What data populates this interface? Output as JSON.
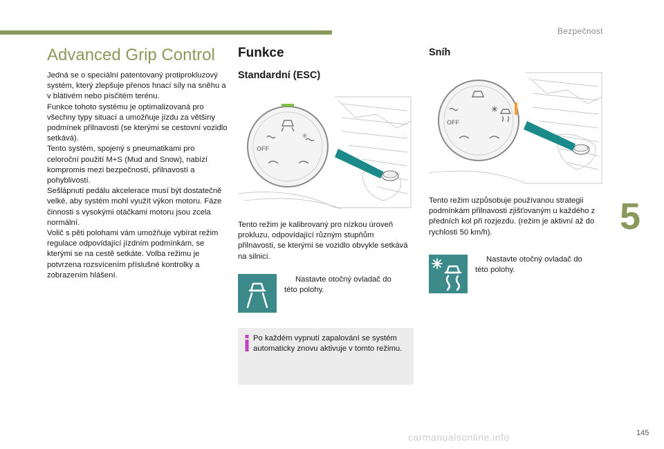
{
  "header": {
    "section": "Bezpečnost",
    "chapter_number": "5",
    "page_number": "145",
    "watermark": "carmanualsonline.info"
  },
  "col1": {
    "title": "Advanced Grip Control",
    "paragraphs": [
      "Jedná se o speciální patentovaný protiprokluzový systém, který zlepšuje přenos hnací síly na sněhu a v blátivém nebo písčitém terénu.",
      "Funkce tohoto systému je optimalizovaná pro všechny typy situací a umožňuje jízdu za většiny podmínek přilnavosti (se kterými se cestovní vozidlo setkává).",
      "Tento systém, spojený s pneumatikami pro celoroční použití M+S (Mud and Snow), nabízí kompromis mezi bezpečností, přilnavostí a pohyblivostí.",
      "Sešlápnutí pedálu akcelerace musí být dostatečně velké, aby systém mohl využít výkon motoru. Fáze činnosti s vysokými otáčkami motoru jsou zcela normální.",
      "Volič s pěti polohami vám umožňuje vybírat režim regulace odpovídající jízdním podmínkám, se kterými se na cestě setkáte. Volba režimu je potvrzena rozsvícením příslušné kontrolky a zobrazením hlášení."
    ]
  },
  "col2": {
    "title": "Funkce",
    "subtitle": "Standardní (ESC)",
    "knob_off_label": "OFF",
    "text": "Tento režim je kalibrovaný pro nízkou úroveň prokluzu, odpovídající různým stupňům přilnavosti, se kterými se vozidlo obvykle setkává na silnici.",
    "bullet": "",
    "instruction": "Nastavte otočný ovladač do této polohy.",
    "note": "Po každém vypnutí zapalování se systém automaticky znovu aktivuje v tomto režimu."
  },
  "col3": {
    "title": "Sníh",
    "knob_off_label": "OFF",
    "text": "Tento režim uzpůsobuje používanou strategii podmínkám přilnavosti zjišťovaným u každého z předních kol při rozjezdu. (režim je aktivní až do rychlosti 50 km/h).",
    "bullet": "",
    "instruction": "Nastavte otočný ovladač do této polohy."
  },
  "colors": {
    "accent_olive": "#8a9a5b",
    "tile_teal": "#3d8a8a",
    "indicator_green": "#7dc242",
    "indicator_orange": "#f0a030",
    "note_bg": "#ececec"
  }
}
